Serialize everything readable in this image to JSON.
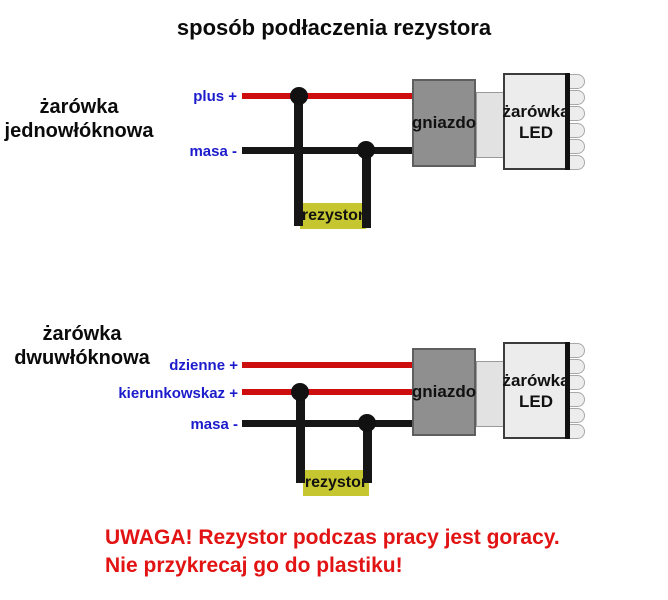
{
  "title": "sposób podłaczenia rezystora",
  "top_diagram": {
    "type_label_line1": "żarówka",
    "type_label_line2": "jednowłóknowa",
    "wire_plus_label": "plus +",
    "wire_ground_label": "masa -",
    "resistor_label": "rezystor",
    "socket_label": "gniazdo",
    "bulb_label_line1": "żarówka",
    "bulb_label_line2": "LED"
  },
  "bottom_diagram": {
    "type_label_line1": "żarówka",
    "type_label_line2": "dwuwłóknowa",
    "wire_daytime_label": "dzienne +",
    "wire_indicator_label": "kierunkowskaz +",
    "wire_ground_label": "masa -",
    "resistor_label": "rezystor",
    "socket_label": "gniazdo",
    "bulb_label_line1": "żarówka",
    "bulb_label_line2": "LED"
  },
  "warning": {
    "line1": "UWAGA! Rezystor podczas pracy jest goracy.",
    "line2": "Nie przykrecaj go do plastiku!"
  },
  "colors": {
    "wire_positive_red": "#cc0e0e",
    "wire_ground_black": "#161616",
    "wire_label_blue": "#1c1ccc",
    "resistor_fill_yellow": "#c6c730",
    "socket_fill_gray": "#8f8f8f",
    "bulb_fill_light": "#ececec",
    "warning_text_red": "#e21313"
  }
}
